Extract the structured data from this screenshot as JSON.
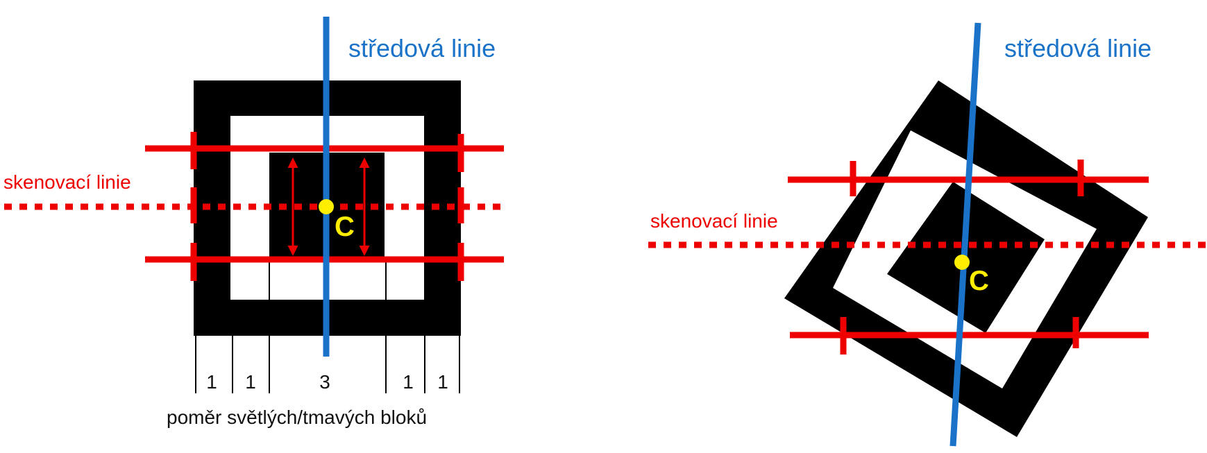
{
  "colors": {
    "finder": "#000000",
    "scan": "#ee0000",
    "center_line": "#1a73c8",
    "center_point": "#ffee00",
    "background": "#ffffff"
  },
  "left": {
    "center_line_label": "středová linie",
    "scan_line_label": "skenovací linie",
    "center_point_label": "C",
    "ratio": [
      "1",
      "1",
      "3",
      "1",
      "1"
    ],
    "ratio_caption": "poměr světlých/tmavých bloků"
  },
  "right": {
    "center_line_label": "středová linie",
    "scan_line_label": "skenovací linie",
    "center_point_label": "C"
  }
}
